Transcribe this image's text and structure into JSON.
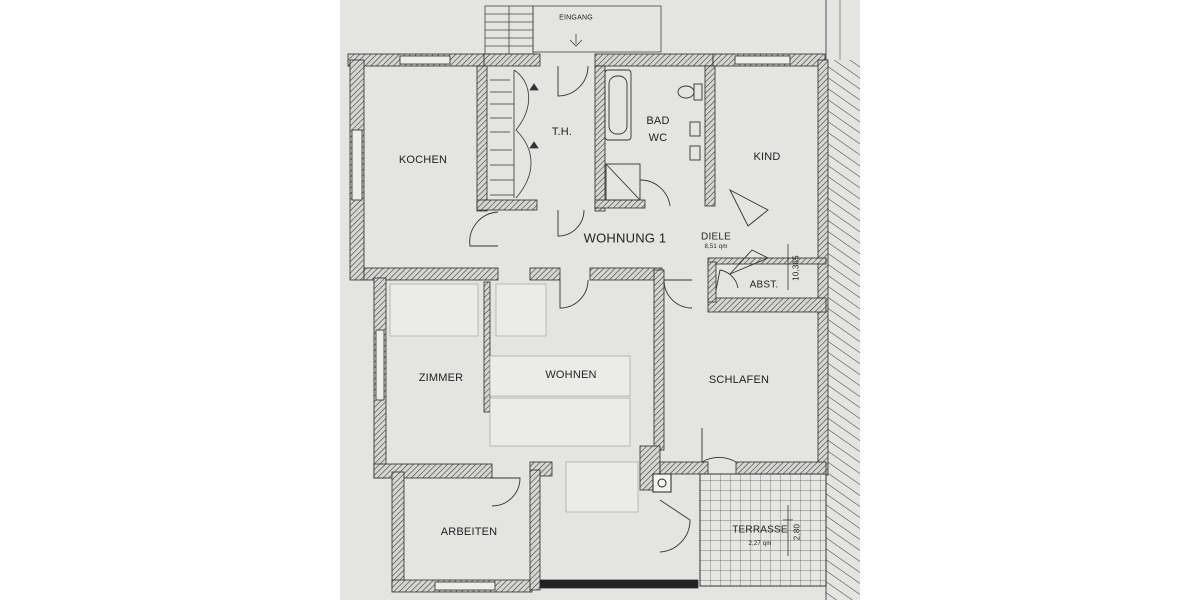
{
  "plan": {
    "entrance": "EINGANG",
    "unit": "WOHNUNG 1",
    "rooms": {
      "kochen": "KOCHEN",
      "treppenhaus": "T.H.",
      "bad": "BAD",
      "wc": "WC",
      "kind": "KIND",
      "diele": "DIELE",
      "diele_area": "8,51 qm",
      "abst": "ABST.",
      "zimmer": "ZIMMER",
      "wohnen": "WOHNEN",
      "schlafen": "SCHLAFEN",
      "arbeiten": "ARBEITEN",
      "terrasse": "TERRASSE",
      "terrasse_area": "2,27 qm"
    },
    "dimensions": {
      "width": "10,365",
      "terrace_depth": "2,80"
    }
  },
  "colors": {
    "paper": "#e4e4e2",
    "wall_hatch": "#3a3a3a",
    "line": "#2a2a2a"
  }
}
